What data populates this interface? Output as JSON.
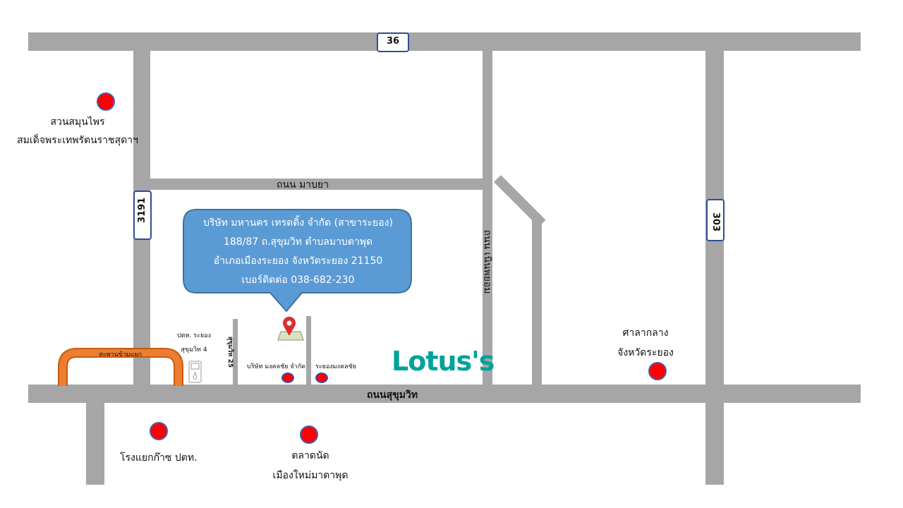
{
  "routes": {
    "top": "36",
    "left": "3191",
    "right": "303"
  },
  "roads": {
    "mabya": "ถนน มาบยา",
    "noen_phayom": "ถนน เนินพยอม",
    "sukhumvit": "ถนนสุขุมวิท",
    "soi25": "สุขุมวิท 25"
  },
  "callout": {
    "lines": [
      "บริษัท มหานคร เทรดดิ้ง จำกัด (สาขาระยอง)",
      "188/87 ถ.สุขุมวิท ตำบลมาบตาพุด",
      "อำเภอเมืองระยอง จังหวัดระยอง 21150",
      "เบอร์ติดต่อ 038-682-230"
    ],
    "color": "#5b9bd5"
  },
  "places": {
    "herb_garden": [
      "สวนสมุนไพร",
      "สมเด็จพระเทพรัตนราชสุดาฯ"
    ],
    "ptt_station": [
      "ปตท. ระยอง",
      "สุขุมวิท 4"
    ],
    "footbridge": "สะพานข้ามแยก",
    "mongkolchai": "บริษัท มงคลชัย จำกัด",
    "rayong_mongkol": "ระยองมงคลชัย",
    "lotus": "Lotus's",
    "city_hall": [
      "ศาลากลาง",
      "จังหวัดระยอง"
    ],
    "gas_plant": "โรงแยกก๊าซ ปตท.",
    "market": [
      "ตลาดนัด",
      "เมืองใหม่มาตาพุด"
    ]
  }
}
